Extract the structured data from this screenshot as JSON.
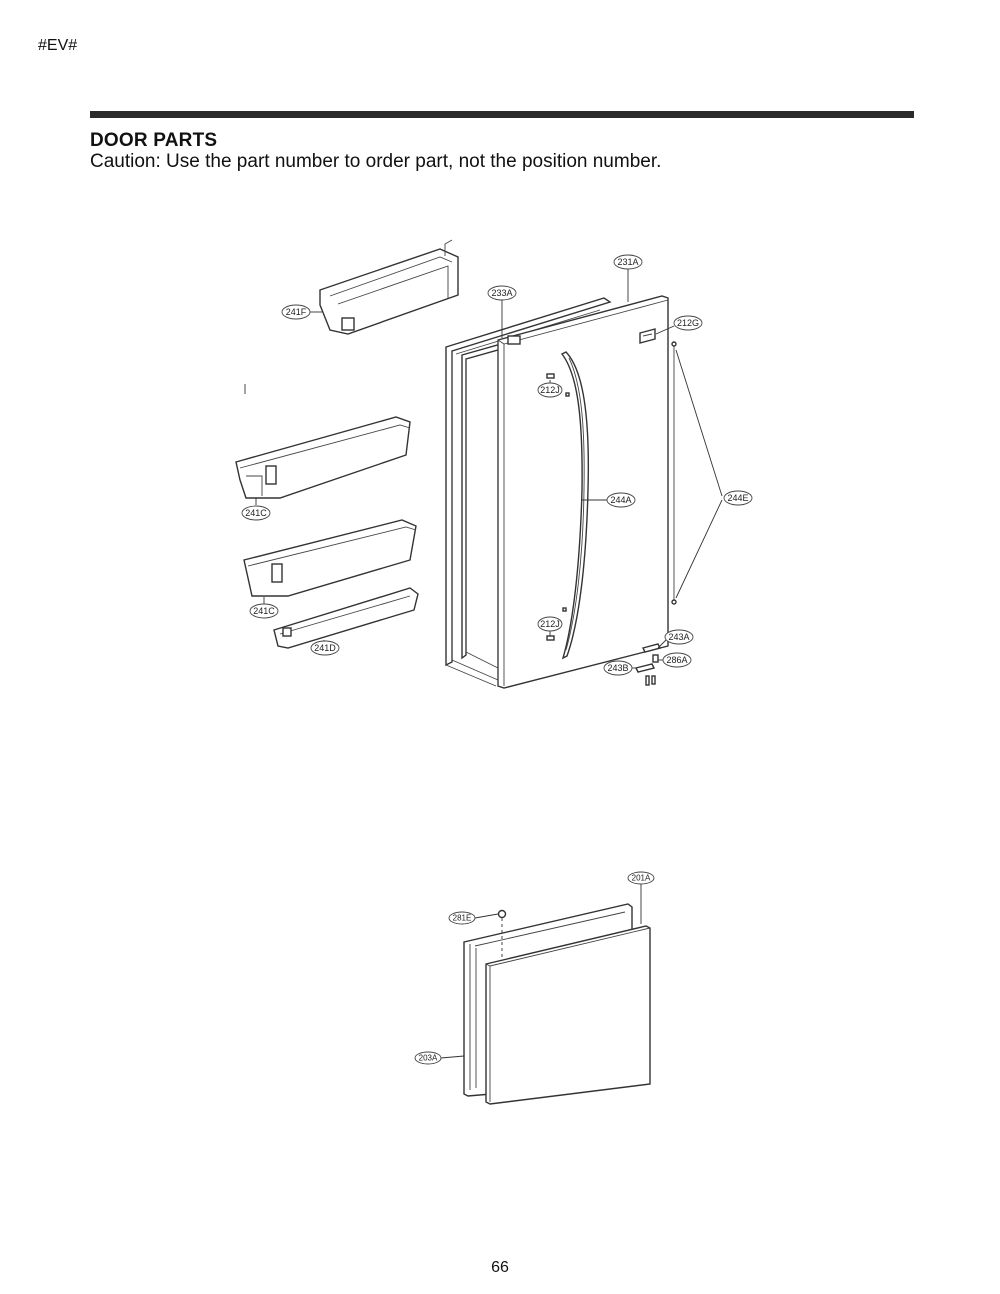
{
  "header": {
    "doc_code": "#EV#",
    "title": "DOOR PARTS",
    "caution": "Caution: Use the part number to order part, not the position number."
  },
  "diagram_upper": {
    "callouts": [
      "231A",
      "233A",
      "241F",
      "212G",
      "212J",
      "244A",
      "244E",
      "241C",
      "241C",
      "212J",
      "243A",
      "286A",
      "243B",
      "241D"
    ]
  },
  "diagram_lower": {
    "callouts": [
      "201A",
      "281E",
      "203A"
    ]
  },
  "footer": {
    "page_number": "66"
  }
}
